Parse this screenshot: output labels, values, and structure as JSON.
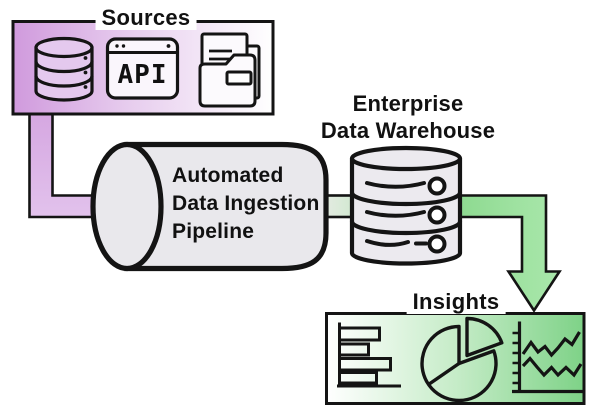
{
  "nodes": {
    "sources": {
      "title": "Sources",
      "api_label": "API",
      "icons": [
        "database-icon",
        "api-window-icon",
        "documents-folder-icon"
      ]
    },
    "pipeline": {
      "label_lines": [
        "Automated",
        "Data Ingestion",
        "Pipeline"
      ]
    },
    "warehouse": {
      "label_lines": [
        "Enterprise",
        "Data Warehouse"
      ]
    },
    "insights": {
      "title": "Insights",
      "icons": [
        "bar-chart-icon",
        "pie-chart-icon",
        "line-chart-icon"
      ]
    }
  },
  "edges": [
    {
      "from": "sources",
      "to": "pipeline",
      "type": "elbow-band",
      "color": "#dcb4e8"
    },
    {
      "from": "pipeline",
      "to": "warehouse",
      "type": "band",
      "color": "#dfe8dd"
    },
    {
      "from": "warehouse",
      "to": "insights",
      "type": "elbow-arrow",
      "color": "#9ae09d"
    }
  ],
  "colors": {
    "background": "#ffffff",
    "outline": "#141414",
    "sources_gradient_start": "#d09add",
    "sources_gradient_end": "#ffffff",
    "insights_gradient_start": "#ffffff",
    "insights_gradient_end": "#7ed287",
    "pipeline_fill": "#e9e8ec",
    "warehouse_fill": "#eceaef",
    "connector_purple": "#d9aee4",
    "arrow_green": "#9ae09d"
  }
}
